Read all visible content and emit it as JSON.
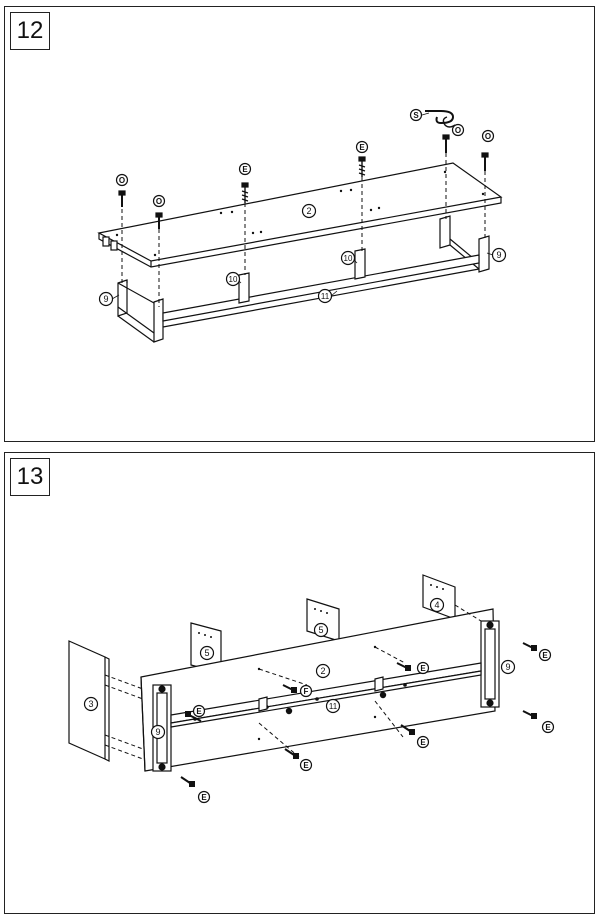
{
  "steps": [
    {
      "number": "12"
    },
    {
      "number": "13"
    }
  ],
  "step12": {
    "part_labels": {
      "top_panel": "2",
      "leg_left": "9",
      "leg_right": "9",
      "support_left": "10",
      "support_right": "10",
      "base_rail": "11"
    },
    "hardware_labels": {
      "screw_o_1": "O",
      "screw_o_2": "O",
      "screw_e_1": "E",
      "screw_e_2": "E",
      "screw_o_3": "O",
      "screw_o_4": "O",
      "allen_key": "S"
    }
  },
  "step13": {
    "part_labels": {
      "top_panel": "2",
      "side_panel": "3",
      "divider_right": "4",
      "divider_mid": "5",
      "divider_left": "5",
      "frame_left": "9",
      "frame_right": "9",
      "rail": "11"
    },
    "hardware_labels": {
      "screw_e_a": "E",
      "screw_e_b": "E",
      "screw_e_c": "E",
      "screw_e_d": "E",
      "screw_e_e": "E",
      "screw_e_f": "E",
      "screw_e_g": "E",
      "screw_f": "F"
    }
  }
}
